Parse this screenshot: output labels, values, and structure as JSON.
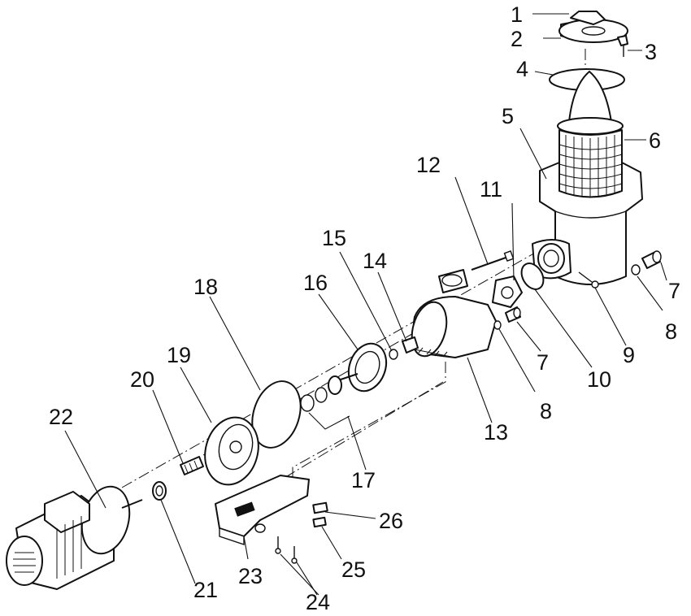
{
  "callouts": [
    "1",
    "2",
    "3",
    "4",
    "5",
    "6",
    "7",
    "8",
    "9",
    "10",
    "11",
    "12",
    "13",
    "14",
    "15",
    "16",
    "17",
    "18",
    "19",
    "20",
    "21",
    "22",
    "23",
    "24",
    "25",
    "26"
  ],
  "callouts_extra": [
    "7",
    "8"
  ]
}
